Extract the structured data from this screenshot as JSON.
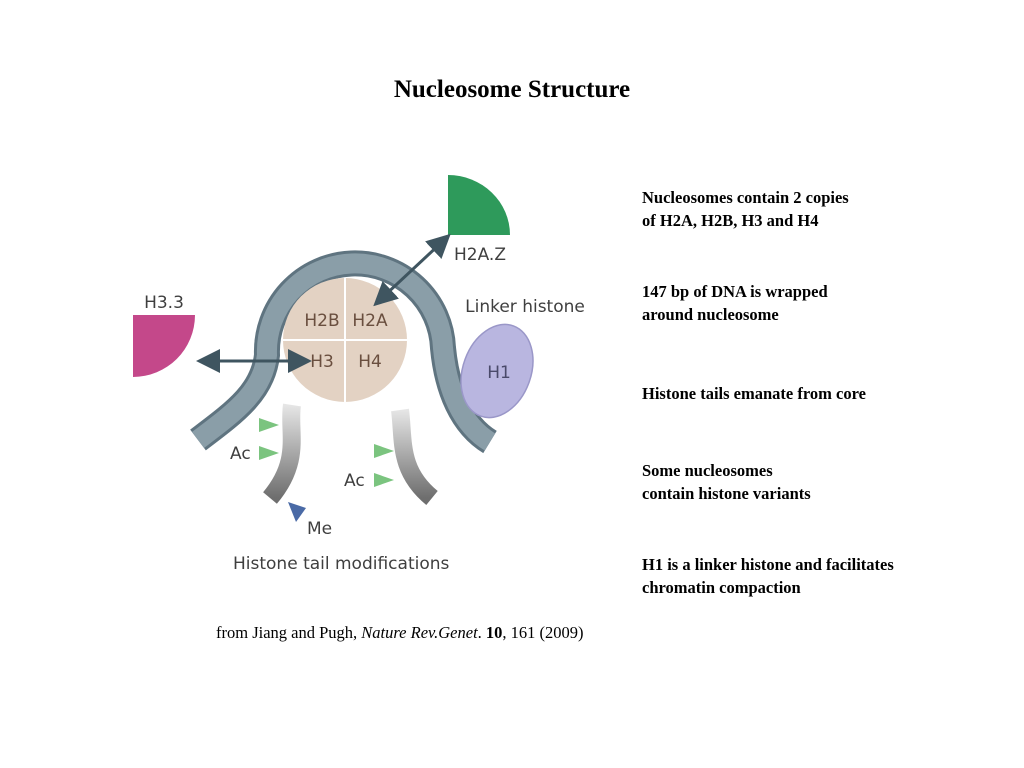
{
  "slide": {
    "title": "Nucleosome Structure"
  },
  "figure": {
    "labels": {
      "h2az": "H2A.Z",
      "h33": "H3.3",
      "linker_histone": "Linker histone",
      "h1": "H1",
      "h2b": "H2B",
      "h2a": "H2A",
      "h3": "H3",
      "h4": "H4",
      "ac_left": "Ac",
      "ac_right": "Ac",
      "me": "Me",
      "caption": "Histone tail modifications"
    },
    "colors": {
      "dna": "#8a9ea8",
      "core": "#e3d2c3",
      "h2az": "#2e9a5b",
      "h33": "#c4488a",
      "h1": "#b9b6e0",
      "arrow": "#3f5560",
      "ac_mark": "#7bc47f",
      "me_mark": "#4a6aa6",
      "tail": "#8f8f8f"
    }
  },
  "notes": [
    {
      "line1": "Nucleosomes contain 2 copies",
      "line2": "of H2A, H2B, H3 and H4"
    },
    {
      "line1": "147 bp of DNA is wrapped",
      "line2": "around nucleosome"
    },
    {
      "line1": "Histone tails emanate from core",
      "line2": ""
    },
    {
      "line1": "Some nucleosomes",
      "line2": "contain histone variants"
    },
    {
      "line1": "H1 is a linker histone and facilitates",
      "line2": "chromatin compaction"
    }
  ],
  "citation": {
    "prefix": "from Jiang and Pugh, ",
    "journal": "Nature Rev.Genet",
    "dot": ". ",
    "volume": "10",
    "rest": ", 161 (2009)"
  }
}
